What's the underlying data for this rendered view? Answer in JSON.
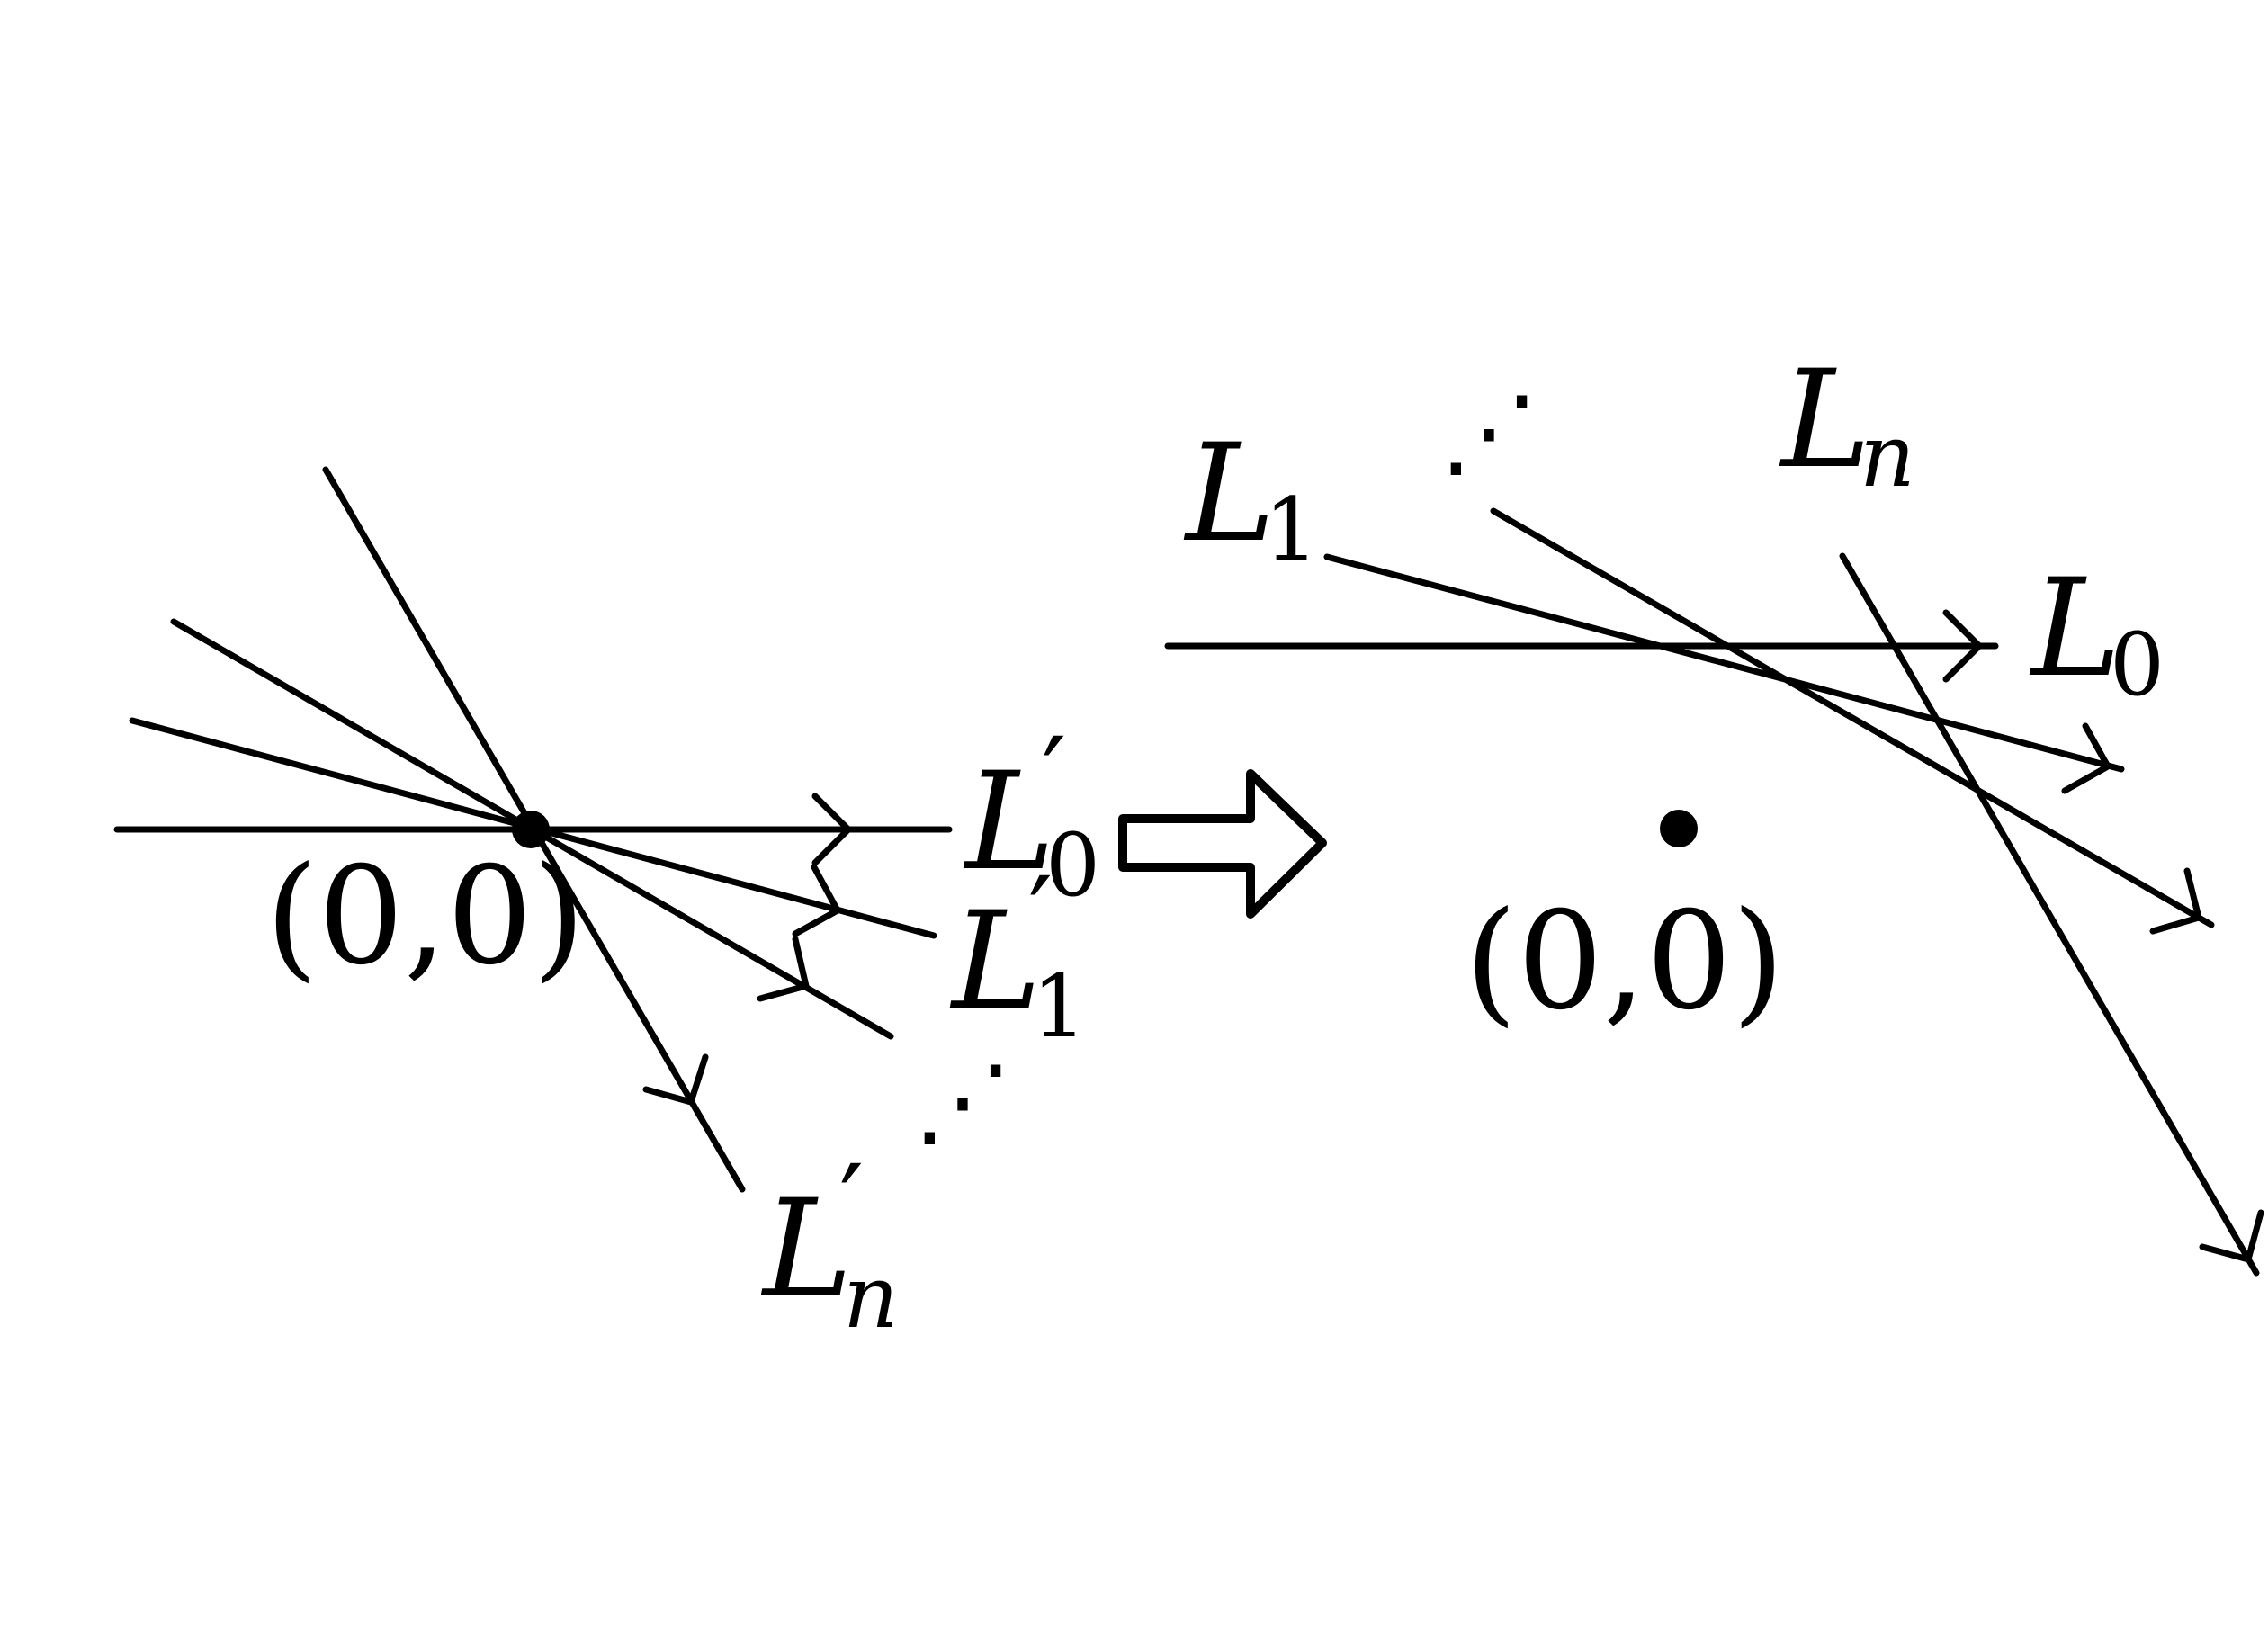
{
  "left_panel": {
    "origin_label": "(0,0)",
    "lines": [
      {
        "name": "L",
        "subscript": "0",
        "prime": "′"
      },
      {
        "name": "L",
        "subscript": "1",
        "prime": "′"
      },
      {
        "name": "L",
        "subscript": "n",
        "prime": "′"
      }
    ],
    "ellipsis": "⋰"
  },
  "right_panel": {
    "origin_label": "(0,0)",
    "lines": [
      {
        "name": "L",
        "subscript": "0"
      },
      {
        "name": "L",
        "subscript": "1"
      },
      {
        "name": "L",
        "subscript": "n"
      }
    ],
    "ellipsis": "⋰"
  }
}
